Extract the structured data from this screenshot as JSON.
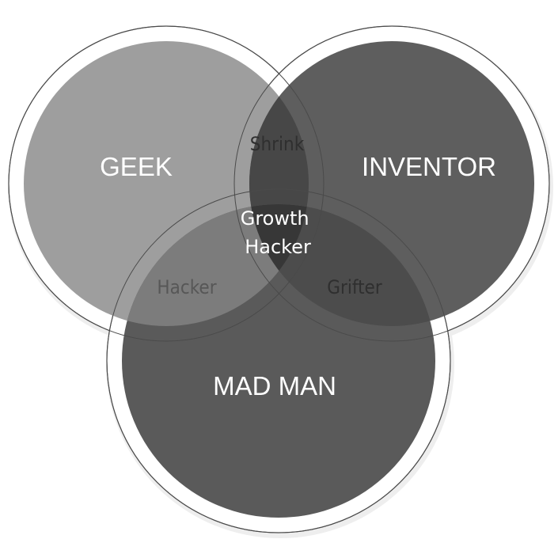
{
  "diagram": {
    "type": "venn-3",
    "sets": [
      {
        "id": "geek",
        "label": "GEEK",
        "fill": "#9e9e9e"
      },
      {
        "id": "inventor",
        "label": "INVENTOR",
        "fill": "#5e5e5e"
      },
      {
        "id": "mad_man",
        "label": "MAD MAN",
        "fill": "#5a5a5a"
      }
    ],
    "overlaps": {
      "geek_inventor": {
        "label": "Shrink",
        "fill": "#474747",
        "text_color": "#2f2f2f"
      },
      "geek_mad_man": {
        "label": "Hacker",
        "fill": "#7c7c7c",
        "text_color": "#575757"
      },
      "inventor_mad_man": {
        "label": "Grifter",
        "fill": "#4c4c4c",
        "text_color": "#2f2f2f"
      },
      "all_three": {
        "label_lines": [
          "Growth",
          "Hacker"
        ],
        "fill": "#373737",
        "text_color": "#ffffff"
      }
    },
    "ring_color": "#ffffff",
    "outline_color": "#555555"
  }
}
